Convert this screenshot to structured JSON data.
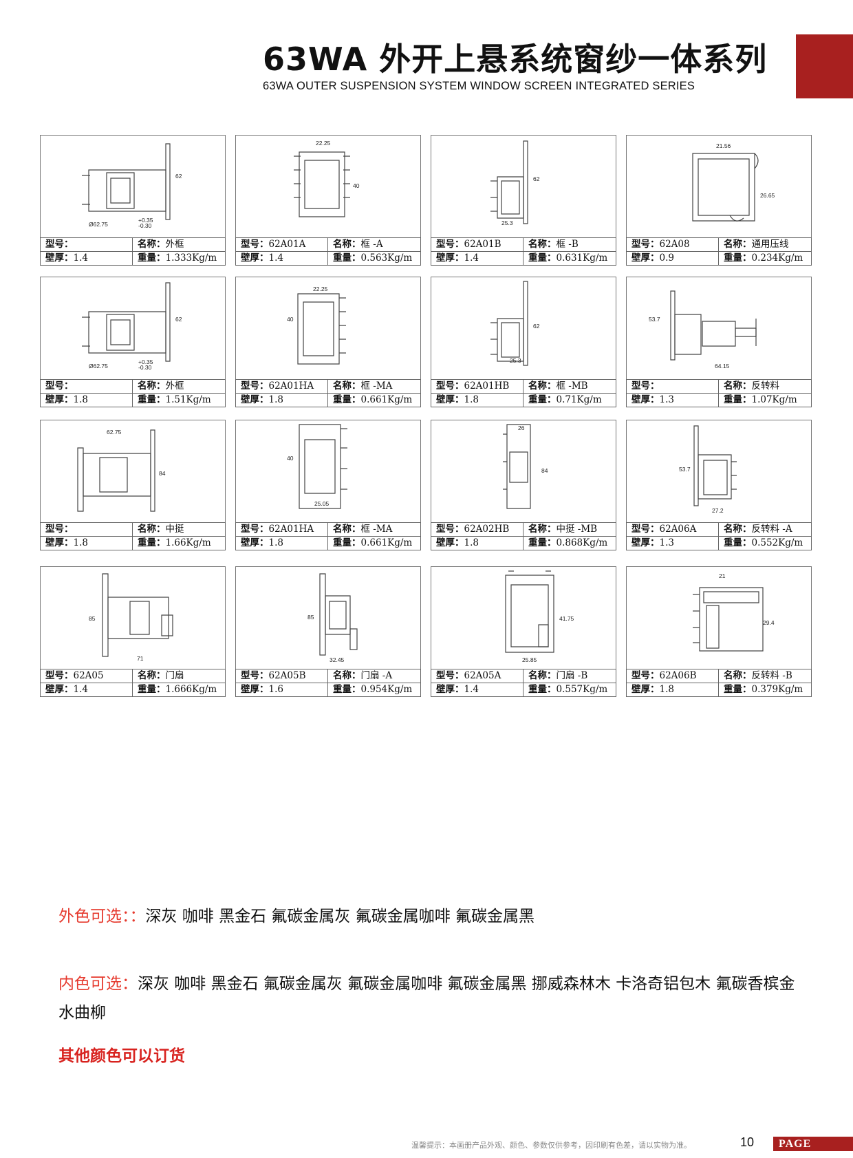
{
  "header": {
    "title": "63WA 外开上悬系统窗纱一体系列",
    "subtitle": "63WA  OUTER SUSPENSION SYSTEM WINDOW SCREEN INTEGRATED SERIES"
  },
  "labels": {
    "model": "型号：",
    "name": "名称：",
    "thickness": "壁厚：",
    "weight": "重量："
  },
  "profiles": [
    {
      "model": "",
      "name": "外框",
      "thickness": "1.4",
      "weight": "1.333Kg/m",
      "dims": [
        "62",
        "Ø62.75",
        "+0.35",
        "-0.30"
      ]
    },
    {
      "model": "62A01A",
      "name": "框 -A",
      "thickness": "1.4",
      "weight": "0.563Kg/m",
      "dims": [
        "22.25",
        "40"
      ]
    },
    {
      "model": "62A01B",
      "name": "框 -B",
      "thickness": "1.4",
      "weight": "0.631Kg/m",
      "dims": [
        "62",
        "25.3"
      ]
    },
    {
      "model": "62A08",
      "name": "通用压线",
      "thickness": "0.9",
      "weight": "0.234Kg/m",
      "dims": [
        "21.56",
        "26.65"
      ]
    },
    {
      "model": "",
      "name": "外框",
      "thickness": "1.8",
      "weight": "1.51Kg/m",
      "dims": [
        "62",
        "Ø62.75",
        "+0.35",
        "-0.30"
      ]
    },
    {
      "model": "62A01HA",
      "name": "框 -MA",
      "thickness": "1.8",
      "weight": "0.661Kg/m",
      "dims": [
        "22.25",
        "40"
      ]
    },
    {
      "model": "62A01HB",
      "name": "框 -MB",
      "thickness": "1.8",
      "weight": "0.71Kg/m",
      "dims": [
        "62",
        "25.3"
      ]
    },
    {
      "model": "",
      "name": "反转料",
      "thickness": "1.3",
      "weight": "1.07Kg/m",
      "dims": [
        "53.7",
        "64.15"
      ]
    },
    {
      "model": "",
      "name": "中挺",
      "thickness": "1.8",
      "weight": "1.66Kg/m",
      "dims": [
        "62.75",
        "84"
      ]
    },
    {
      "model": "62A01HA",
      "name": "框 -MA",
      "thickness": "1.8",
      "weight": "0.661Kg/m",
      "dims": [
        "40",
        "25.05"
      ]
    },
    {
      "model": "62A02HB",
      "name": "中挺 -MB",
      "thickness": "1.8",
      "weight": "0.868Kg/m",
      "dims": [
        "26",
        "84"
      ]
    },
    {
      "model": "62A06A",
      "name": "反转料 -A",
      "thickness": "1.3",
      "weight": "0.552Kg/m",
      "dims": [
        "53.7",
        "27.2"
      ]
    },
    {
      "model": "62A05",
      "name": "门扇",
      "thickness": "1.4",
      "weight": "1.666Kg/m",
      "dims": [
        "85",
        "71"
      ]
    },
    {
      "model": "62A05B",
      "name": "门扇 -A",
      "thickness": "1.6",
      "weight": "0.954Kg/m",
      "dims": [
        "85",
        "32.45"
      ]
    },
    {
      "model": "62A05A",
      "name": "门扇 -B",
      "thickness": "1.4",
      "weight": "0.557Kg/m",
      "dims": [
        "41.75",
        "25.85"
      ]
    },
    {
      "model": "62A06B",
      "name": "反转料 -B",
      "thickness": "1.8",
      "weight": "0.379Kg/m",
      "dims": [
        "21",
        "29.4"
      ]
    }
  ],
  "colors": {
    "outer_label": "外色可选：：",
    "outer_values": "深灰 咖啡 黑金石 氟碳金属灰 氟碳金属咖啡 氟碳金属黑",
    "inner_label": "内色可选：",
    "inner_values": "深灰 咖啡 黑金石 氟碳金属灰 氟碳金属咖啡 氟碳金属黑 挪威森林木 卡洛奇铝包木 氟碳香槟金 水曲柳",
    "order_note": "其他颜色可以订货"
  },
  "footer": {
    "note": "温馨提示：本画册产品外观、颜色、参数仅供参考，因印刷有色差，请以实物为准。",
    "page_number": "10",
    "page_label": "PAGE"
  },
  "theme": {
    "accent": "#a8201f",
    "label_red": "#e63a2e"
  }
}
